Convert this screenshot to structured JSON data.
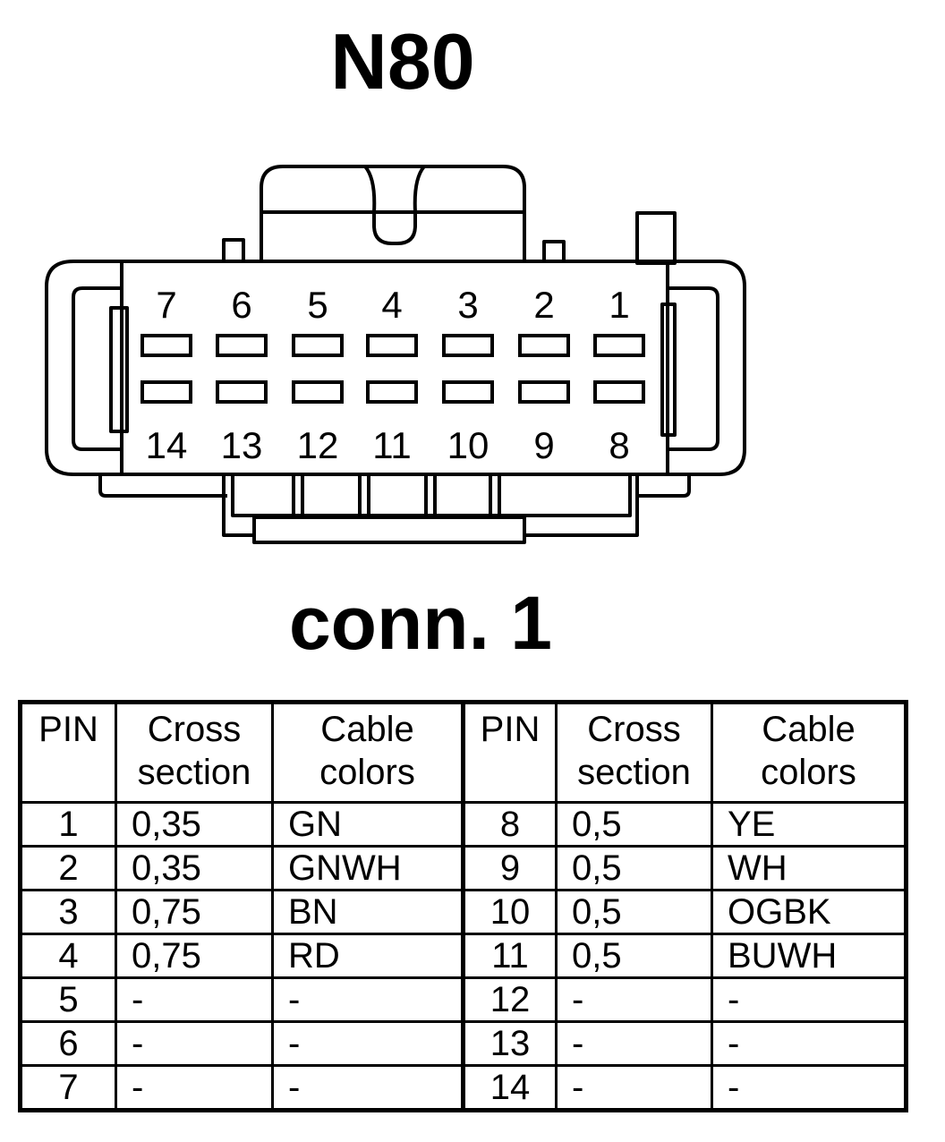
{
  "title": "N80",
  "subtitle": "conn. 1",
  "connector": {
    "top_row_pins": [
      "7",
      "6",
      "5",
      "4",
      "3",
      "2",
      "1"
    ],
    "bottom_row_pins": [
      "14",
      "13",
      "12",
      "11",
      "10",
      "9",
      "8"
    ]
  },
  "table": {
    "headers": {
      "pin": "PIN",
      "cross_section_1": "Cross",
      "cross_section_2": "section",
      "cable_colors_1": "Cable",
      "cable_colors_2": "colors"
    },
    "rows": [
      {
        "pin_a": "1",
        "cs_a": "0,35",
        "color_a": "GN",
        "pin_b": "8",
        "cs_b": "0,5",
        "color_b": "YE"
      },
      {
        "pin_a": "2",
        "cs_a": "0,35",
        "color_a": "GNWH",
        "pin_b": "9",
        "cs_b": "0,5",
        "color_b": "WH"
      },
      {
        "pin_a": "3",
        "cs_a": "0,75",
        "color_a": "BN",
        "pin_b": "10",
        "cs_b": "0,5",
        "color_b": "OGBK"
      },
      {
        "pin_a": "4",
        "cs_a": "0,75",
        "color_a": "RD",
        "pin_b": "11",
        "cs_b": "0,5",
        "color_b": "BUWH"
      },
      {
        "pin_a": "5",
        "cs_a": "-",
        "color_a": "-",
        "pin_b": "12",
        "cs_b": "-",
        "color_b": "-"
      },
      {
        "pin_a": "6",
        "cs_a": "-",
        "color_a": "-",
        "pin_b": "13",
        "cs_b": "-",
        "color_b": "-"
      },
      {
        "pin_a": "7",
        "cs_a": "-",
        "color_a": "-",
        "pin_b": "14",
        "cs_b": "-",
        "color_b": "-"
      }
    ]
  }
}
